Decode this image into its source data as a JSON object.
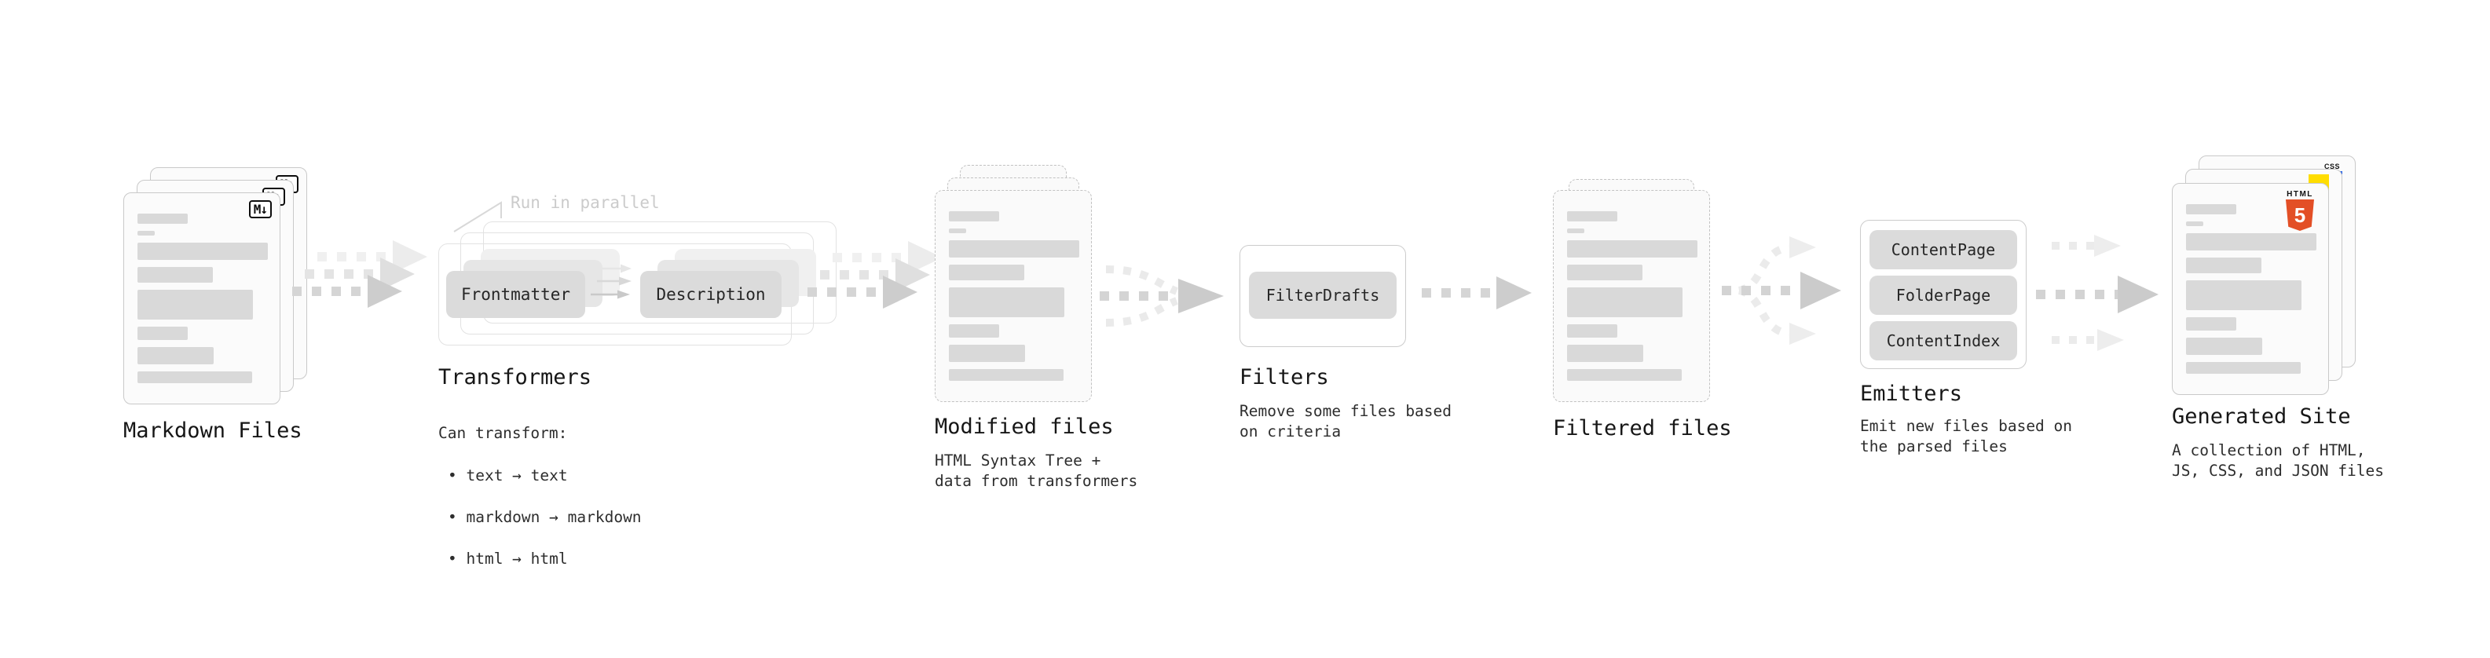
{
  "stages": {
    "markdown": {
      "label": "Markdown Files",
      "badge": "M↓"
    },
    "transformers": {
      "label": "Transformers",
      "annotation": "Run in parallel",
      "input_pill": "Frontmatter",
      "output_pill": "Description",
      "desc_title": "Can transform:",
      "bullets": [
        "text → text",
        "markdown → markdown",
        "html → html"
      ]
    },
    "modified": {
      "label": "Modified files",
      "desc": "HTML Syntax Tree +\ndata from transformers"
    },
    "filters": {
      "label": "Filters",
      "pill": "FilterDrafts",
      "desc": "Remove some files based\non criteria"
    },
    "filtered": {
      "label": "Filtered files"
    },
    "emitters": {
      "label": "Emitters",
      "pills": [
        "ContentPage",
        "FolderPage",
        "ContentIndex"
      ],
      "desc": "Emit new files based on\nthe parsed files"
    },
    "generated": {
      "label": "Generated Site",
      "desc": "A collection of HTML,\nJS, CSS, and JSON files",
      "badge_css": "CSS",
      "badge_html_word": "HTML",
      "badge_html_number": "5"
    }
  },
  "colors": {
    "html5_orange": "#e34f26",
    "js_yellow": "#ffdd00",
    "css_blue": "#2b65e8",
    "skeleton_gray": "#d9d9d9",
    "arrow_gray": "#d5d5d5"
  }
}
